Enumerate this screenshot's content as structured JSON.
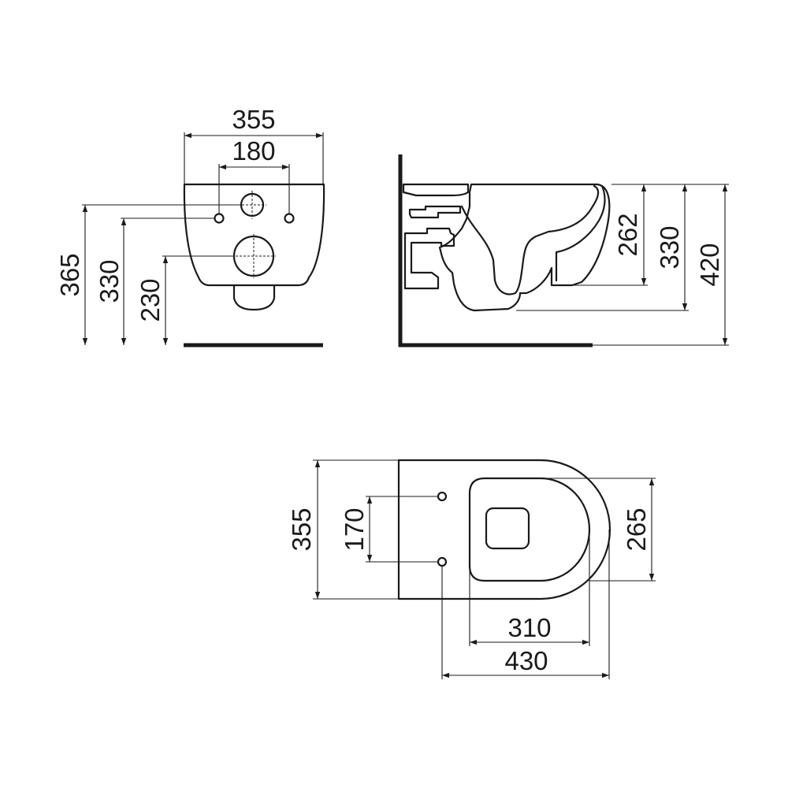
{
  "front_view": {
    "width_overall": "355",
    "width_holes": "180",
    "height_top": "365",
    "height_holes": "330",
    "height_outlet": "230"
  },
  "side_view": {
    "height_inner": "262",
    "height_rim": "330",
    "height_overall": "420"
  },
  "top_view": {
    "width": "355",
    "holes_spacing": "170",
    "seat_width": "265",
    "bowl_length": "310",
    "overall_length": "430"
  }
}
